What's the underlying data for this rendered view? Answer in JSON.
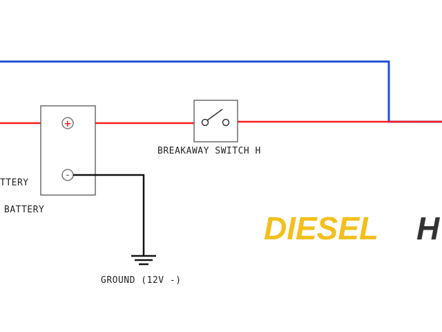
{
  "labels": {
    "breakaway_switch": "BREAKAWAY SWITCH H",
    "battery_partial": "TTERY",
    "battery": "BATTERY",
    "ground": "GROUND (12V -)",
    "positive_terminal": "+",
    "negative_terminal": "-"
  },
  "logo": {
    "part1": "DIESEL",
    "part2": "H"
  },
  "colors": {
    "positive_wire": "#ff1a1a",
    "control_wire": "#1f4fd6",
    "ground_wire": "#111111",
    "logo_yellow": "#f2c01d",
    "logo_dark": "#333333",
    "component_outline": "#555555"
  }
}
